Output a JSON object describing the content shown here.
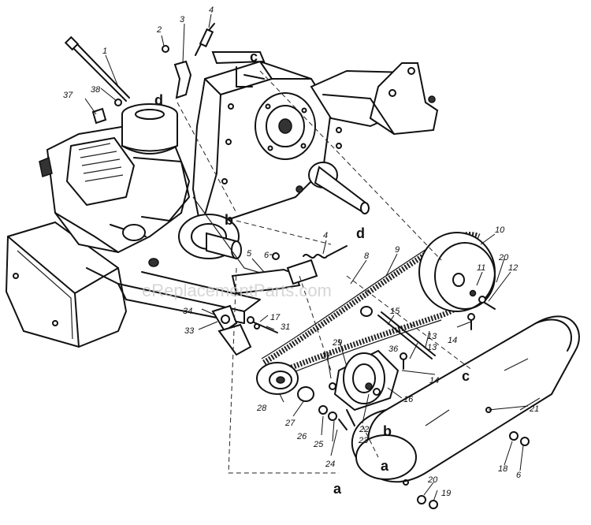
{
  "watermark": "eReplacementParts.com",
  "part_numbers": [
    "1",
    "2",
    "3",
    "4",
    "4",
    "5",
    "6",
    "6",
    "8",
    "9",
    "10",
    "11",
    "12",
    "13",
    "13",
    "14",
    "14",
    "15",
    "16",
    "17",
    "17",
    "18",
    "19",
    "20",
    "20",
    "21",
    "22",
    "23",
    "24",
    "25",
    "26",
    "27",
    "28",
    "29",
    "31",
    "33",
    "34",
    "36",
    "37",
    "38"
  ],
  "reference_letters": [
    "a",
    "a",
    "b",
    "b",
    "c",
    "c",
    "d",
    "d"
  ],
  "colors": {
    "line": "#111111",
    "background": "#ffffff",
    "watermark": "#c8c8c8"
  }
}
